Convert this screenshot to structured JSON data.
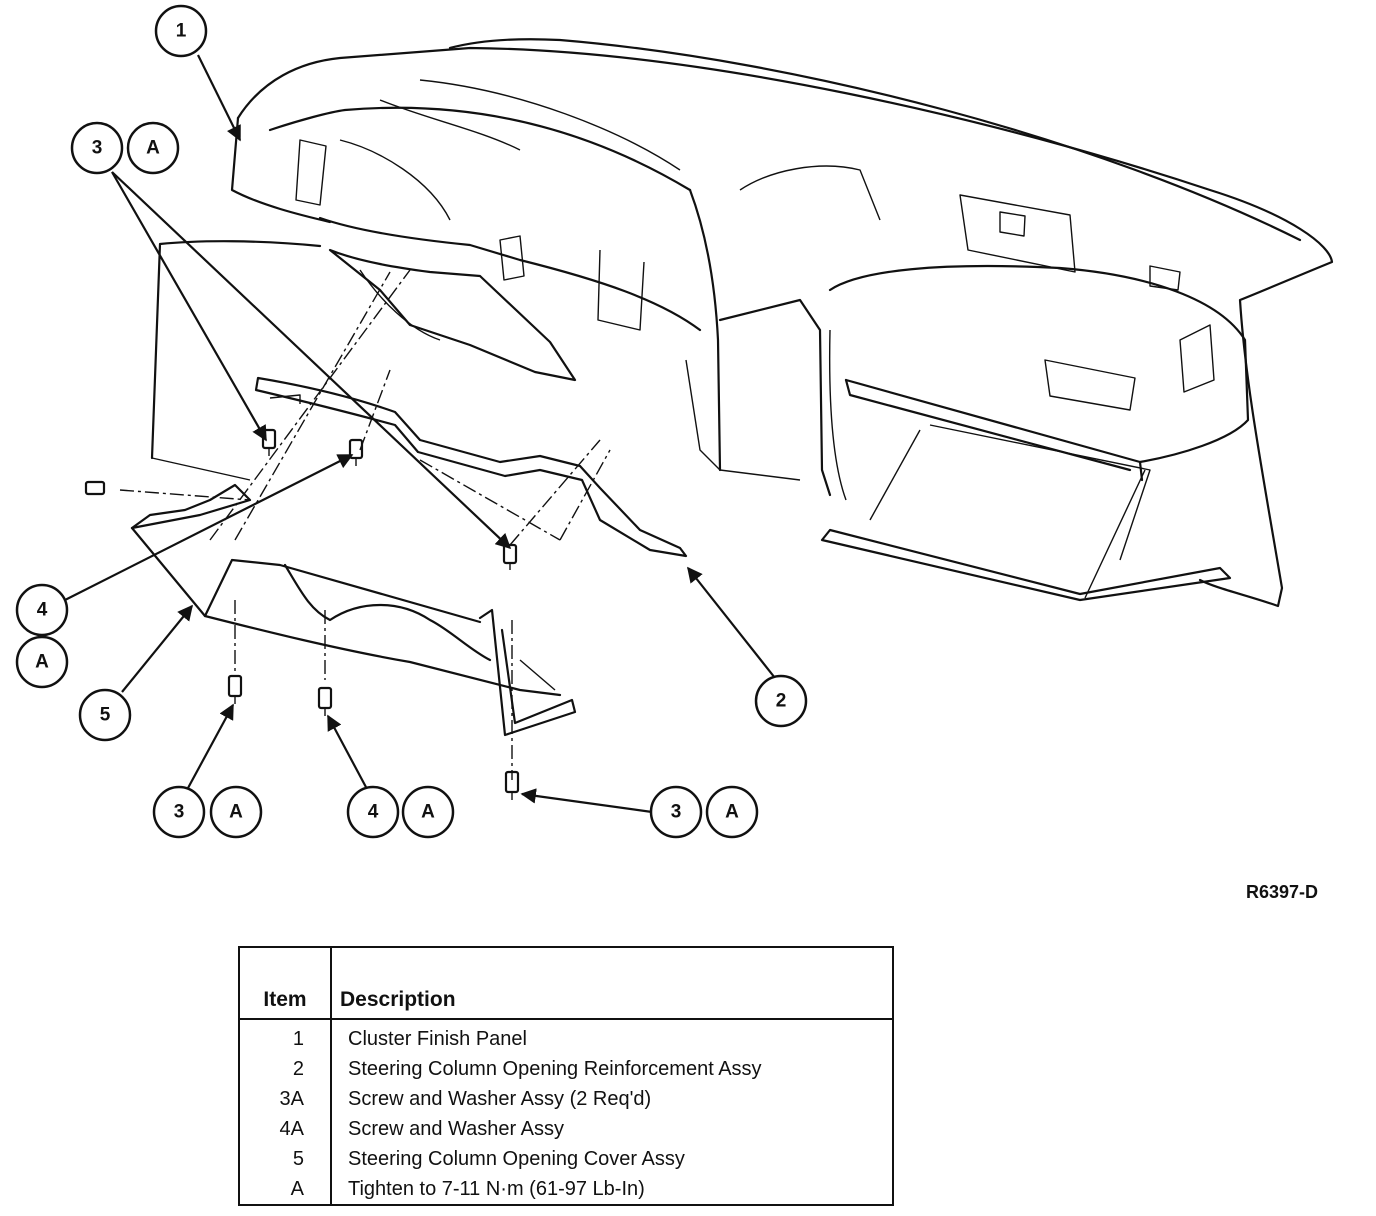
{
  "callouts": [
    {
      "label": "1"
    },
    {
      "label": "3"
    },
    {
      "label": "A"
    },
    {
      "label": "4"
    },
    {
      "label": "A"
    },
    {
      "label": "5"
    },
    {
      "label": "2"
    },
    {
      "label": "3"
    },
    {
      "label": "A"
    },
    {
      "label": "4"
    },
    {
      "label": "A"
    },
    {
      "label": "3"
    },
    {
      "label": "A"
    }
  ],
  "drawing_id": "R6397-D",
  "legend": {
    "headers": {
      "item": "Item",
      "description": "Description"
    },
    "rows": [
      {
        "item": "1",
        "description": "Cluster Finish Panel"
      },
      {
        "item": "2",
        "description": "Steering Column Opening Reinforcement Assy"
      },
      {
        "item": "3A",
        "description": "Screw and Washer Assy (2 Req'd)"
      },
      {
        "item": "4A",
        "description": "Screw and Washer Assy"
      },
      {
        "item": "5",
        "description": "Steering Column Opening Cover Assy"
      },
      {
        "item": "A",
        "description": "Tighten to 7-11 N·m (61-97 Lb-In)"
      }
    ]
  }
}
